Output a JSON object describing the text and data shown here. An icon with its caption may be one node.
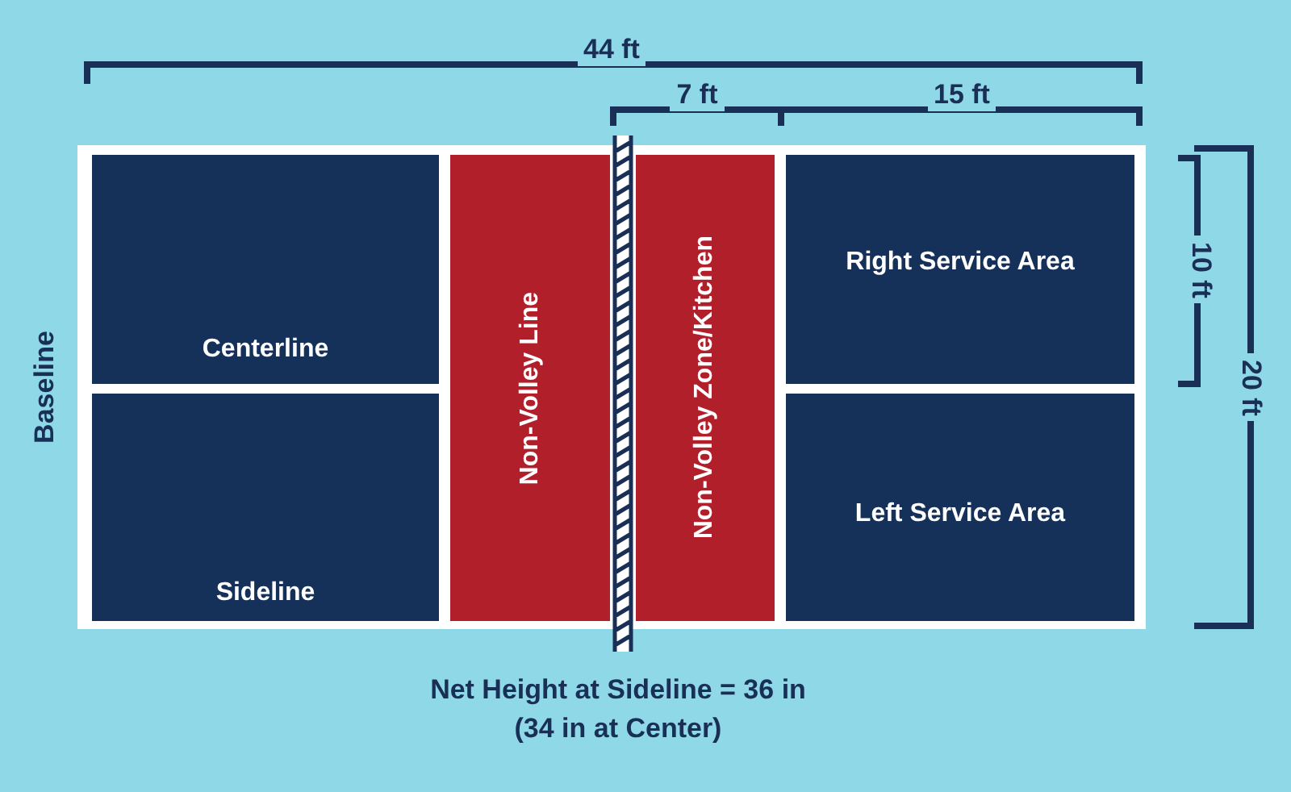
{
  "diagram": {
    "nodes": [
      {
        "text": [
          "Centerline"
        ]
      },
      {
        "text": [
          "Sideline"
        ]
      },
      {
        "text": [
          "Non-Volley Line"
        ]
      },
      {
        "text": [
          "Non-Volley Zone/Kitchen"
        ]
      },
      {
        "text": [
          "Right Service Area"
        ]
      },
      {
        "text": [
          "Left Service Area"
        ]
      }
    ],
    "labels": [
      "44 ft",
      "7 ft",
      "15 ft",
      "10 ft",
      "20 ft",
      "Baseline",
      "Net Height at Sideline = 36 in",
      "(34 in at Center)"
    ]
  }
}
